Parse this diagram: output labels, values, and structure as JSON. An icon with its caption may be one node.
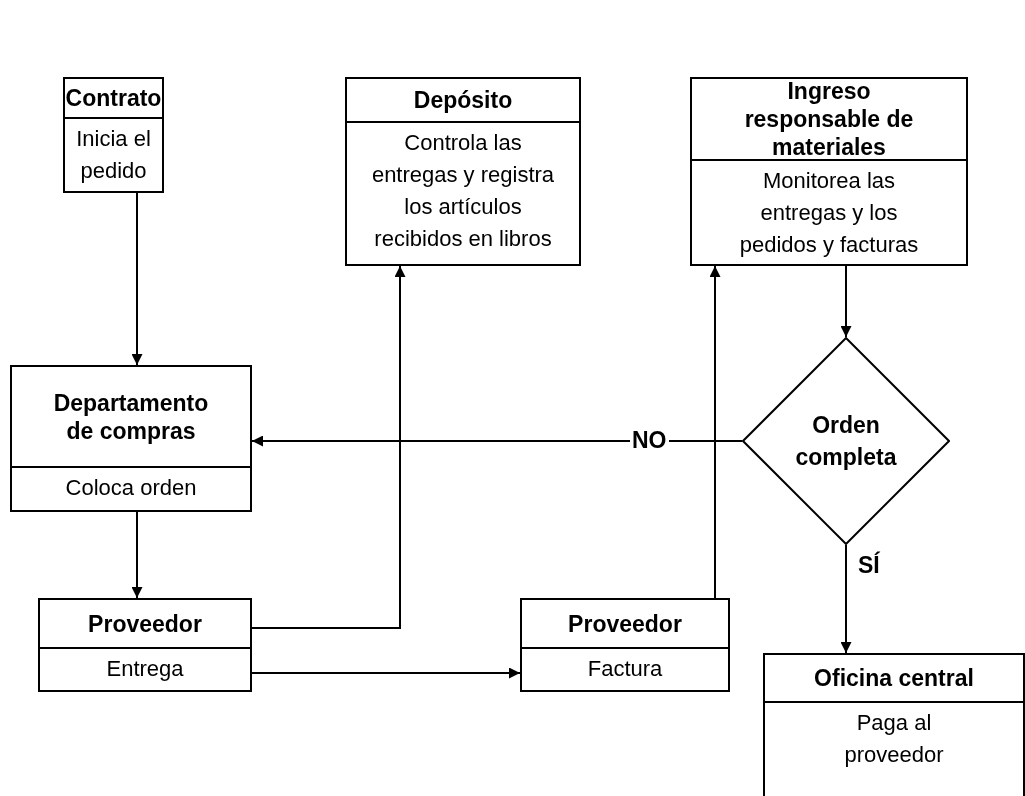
{
  "diagram": {
    "nodes": [
      {
        "text": [
          "Contrato",
          "Inicia el pedido"
        ]
      },
      {
        "text": [
          "Depósito",
          "Controla las entregas y registra los artículos recibidos en libros"
        ]
      },
      {
        "text": [
          "Ingreso responsable de materiales",
          "Monitorea las entregas y los pedidos y facturas"
        ]
      },
      {
        "text": [
          "Departamento de compras",
          "Coloca orden"
        ]
      },
      {
        "text": [
          "Orden completa"
        ]
      },
      {
        "text": [
          "Proveedor",
          "Entrega"
        ]
      },
      {
        "text": [
          "Proveedor",
          "Factura"
        ]
      },
      {
        "text": [
          "Oficina central",
          "Paga al proveedor"
        ]
      }
    ],
    "edges": [
      {
        "from": 0,
        "to": 3,
        "arrow": "to"
      },
      {
        "from": 5,
        "to": 1,
        "arrow": "to"
      },
      {
        "from": 5,
        "to": 6,
        "arrow": "to"
      },
      {
        "from": 6,
        "to": 2,
        "arrow": "to"
      },
      {
        "from": 2,
        "to": 4,
        "arrow": "to"
      },
      {
        "from": 4,
        "to": 3,
        "arrow": "to",
        "label": "NO"
      },
      {
        "from": 4,
        "to": 7,
        "arrow": "to",
        "label": "SÍ"
      },
      {
        "from": 3,
        "to": 5,
        "arrow": "to"
      }
    ]
  }
}
